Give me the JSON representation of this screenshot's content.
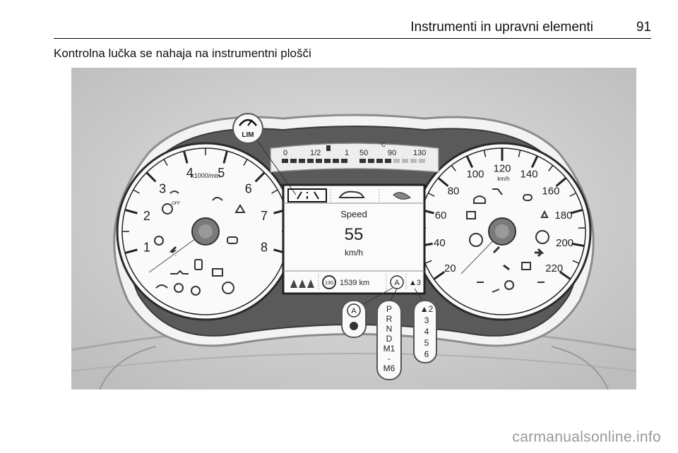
{
  "header": {
    "section_title": "Instrumenti in upravni elementi",
    "page_number": "91"
  },
  "caption": "Kontrolna lučka se nahaja na instrumentni plošči",
  "figure": {
    "tachometer": {
      "ticks": [
        "1",
        "2",
        "3",
        "4",
        "5",
        "6",
        "7",
        "8"
      ],
      "unit": "x1000/min",
      "off_label": "OFF"
    },
    "speedometer": {
      "ticks": [
        "20",
        "40",
        "60",
        "80",
        "100",
        "120",
        "140",
        "160",
        "180",
        "200",
        "220"
      ],
      "unit": "km/h"
    },
    "top_gauges": {
      "fuel_labels": [
        "0",
        "1/2",
        "1"
      ],
      "temp_labels": [
        "50",
        "90",
        "130"
      ],
      "temp_unit": "°C"
    },
    "center_display": {
      "title": "Speed",
      "value": "55",
      "unit": "km/h",
      "distance": "1539 km",
      "limit": "130",
      "gear": "▲3",
      "auto_mark": "A"
    },
    "callout_lim": "LIM",
    "callout_auto": "A",
    "callout_gears_auto": [
      "P",
      "R",
      "N",
      "D",
      "M1",
      "-",
      "M6"
    ],
    "callout_gears_manual": [
      "▲2",
      "3",
      "4",
      "5",
      "6"
    ]
  },
  "watermark": "carmanualsonline.info"
}
